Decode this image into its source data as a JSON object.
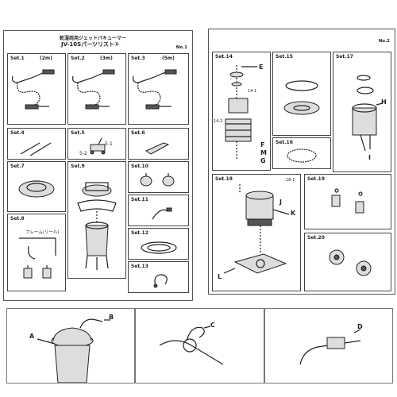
{
  "sheet1": {
    "header_line1": "乾湿両用ジェットバキューマー",
    "header_line2": "JV-10Sパーツリスト①",
    "page_no": "No.1",
    "cells": [
      {
        "label": "Set.1",
        "size": "(2m)"
      },
      {
        "label": "Set.2",
        "size": "(3m)"
      },
      {
        "label": "Set.3",
        "size": "(5m)"
      },
      {
        "label": "Set.4"
      },
      {
        "label": "Set.5",
        "sub": "5-1",
        "sub2": "5-2"
      },
      {
        "label": "Set.6"
      },
      {
        "label": "Set.7"
      },
      {
        "label": "Set.9"
      },
      {
        "label": "Set.10"
      },
      {
        "label": "Set.11"
      },
      {
        "label": "Set.8",
        "frame_label": "フレーム(リール)"
      },
      {
        "label": "Set.12"
      },
      {
        "label": "Set.13"
      }
    ]
  },
  "sheet2": {
    "page_no": "No.2",
    "cells": [
      {
        "label": "Set.14",
        "sub": "14-1",
        "sub2": "14-2",
        "letters": [
          "E",
          "F",
          "M",
          "G"
        ]
      },
      {
        "label": "Set.15"
      },
      {
        "label": "Set.17",
        "letters": [
          "H",
          "I"
        ]
      },
      {
        "label": "Set.16"
      },
      {
        "label": "Set.18",
        "sub": "18-1",
        "letters": [
          "J",
          "K",
          "L"
        ]
      },
      {
        "label": "Set.19"
      },
      {
        "label": "Set.20"
      }
    ]
  },
  "callouts": {
    "a": "A",
    "b": "B",
    "c": "C",
    "d": "D"
  }
}
